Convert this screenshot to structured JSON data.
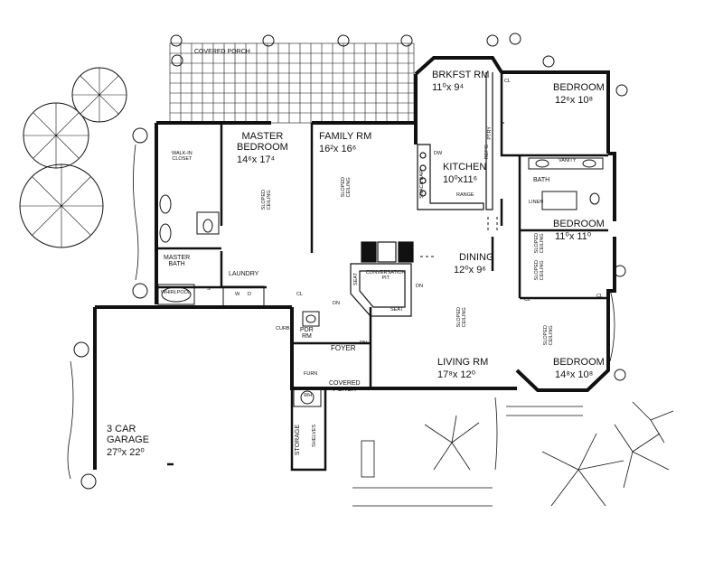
{
  "rooms": {
    "covered_porch_top": "COVERED PORCH",
    "brkfst": {
      "name": "BRKFST RM",
      "dim": "11⁰x 9⁴"
    },
    "bedroom_ne": {
      "name": "BEDROOM",
      "dim": "12⁶x 10⁸"
    },
    "master": {
      "name": "MASTER\nBEDROOM",
      "dim": "14⁶x 17⁴"
    },
    "family": {
      "name": "FAMILY RM",
      "dim": "16²x 16⁶"
    },
    "kitchen": {
      "name": "KITCHEN",
      "dim": "10⁰x11⁶"
    },
    "bedroom_mid": {
      "name": "BEDROOM",
      "dim": "11⁰x 11⁰"
    },
    "dining": {
      "name": "DINING",
      "dim": "12⁰x 9⁶"
    },
    "living": {
      "name": "LIVING RM",
      "dim": "17⁸x 12⁰"
    },
    "bedroom_se": {
      "name": "BEDROOM",
      "dim": "14⁸x 10⁸"
    },
    "garage": {
      "name": "3 CAR\nGARAGE",
      "dim": "27⁰x 22⁰"
    },
    "foyer": "FOYER",
    "covered_porch_front": "COVERED\nPORCH",
    "pdr_rm": "PDR\nRM",
    "storage": "STORAGE",
    "shelves": "SHELVES",
    "laundry": "LAUNDRY",
    "master_bath": "MASTER\nBATH",
    "walkin_closet": "WALK-IN\nCLOSET",
    "whirlpool": "WHIRLPOOL",
    "bath": "BATH",
    "vanity": "VANITY",
    "linen": "LINEN",
    "conversation_pit": "CONVERSATION\nPIT",
    "seat": "SEAT",
    "snack_bar": "SNACK BAR",
    "range": "RANGE",
    "pantry": "PTRY",
    "refrigerator": "REF'G",
    "dw": "DW",
    "cl": "CL",
    "curb": "CURB",
    "dn": "DN",
    "wh": "WH",
    "furn": "FURN",
    "s": "S",
    "w": "W",
    "d": "D",
    "sloped_ceiling": "SLOPED\nCEILING"
  },
  "colors": {
    "ink": "#111111",
    "paper": "#ffffff",
    "grid": "#444444"
  }
}
